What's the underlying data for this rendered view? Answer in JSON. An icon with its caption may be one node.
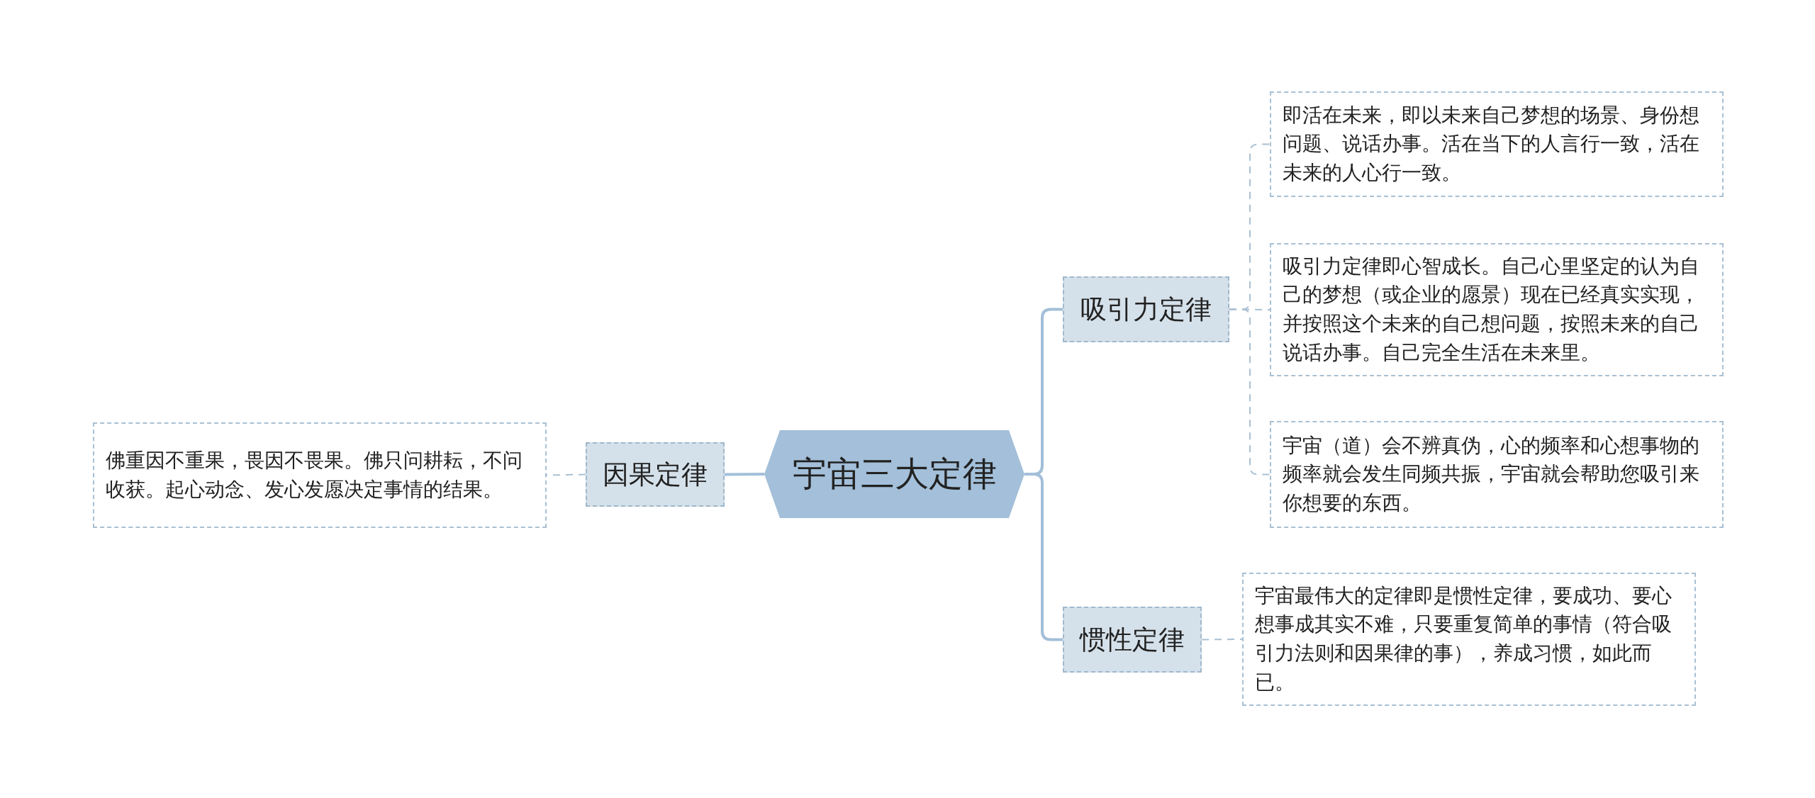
{
  "diagram": {
    "nodes": [
      {
        "text": [
          "宇宙三大定律"
        ]
      },
      {
        "text": [
          "因果定律"
        ]
      },
      {
        "text": [
          "佛重因不重果，畏因不畏果。佛只问耕耘，不问收获。起心动念、发心发愿决定事情的结果。"
        ]
      },
      {
        "text": [
          "吸引力定律"
        ]
      },
      {
        "text": [
          "即活在未来，即以未来自己梦想的场景、身份想问题、说话办事。活在当下的人言行一致，活在未来的人心行一致。"
        ]
      },
      {
        "text": [
          "吸引力定律即心智成长。自己心里坚定的认为自己的梦想（或企业的愿景）现在已经真实实现，并按照这个未来的自己想问题，按照未来的自己说话办事。自己完全生活在未来里。"
        ]
      },
      {
        "text": [
          "宇宙（道）会不辨真伪，心的频率和心想事物的频率就会发生同频共振，宇宙就会帮助您吸引来你想要的东西。"
        ]
      },
      {
        "text": [
          "惯性定律"
        ]
      },
      {
        "text": [
          "宇宙最伟大的定律即是惯性定律，要成功、要心想事成其实不难，只要重复简单的事情（符合吸引力法则和因果律的事），养成习惯，如此而已。"
        ]
      }
    ],
    "edges": [
      {
        "from": 0,
        "to": 1,
        "arrow": "none"
      },
      {
        "from": 1,
        "to": 2,
        "arrow": "none",
        "style": "dashed"
      },
      {
        "from": 0,
        "to": 3,
        "arrow": "none"
      },
      {
        "from": 3,
        "to": 4,
        "arrow": "none",
        "style": "dashed"
      },
      {
        "from": 3,
        "to": 5,
        "arrow": "none",
        "style": "dashed"
      },
      {
        "from": 3,
        "to": 6,
        "arrow": "none",
        "style": "dashed"
      },
      {
        "from": 0,
        "to": 7,
        "arrow": "none"
      },
      {
        "from": 7,
        "to": 8,
        "arrow": "none",
        "style": "dashed"
      }
    ]
  }
}
